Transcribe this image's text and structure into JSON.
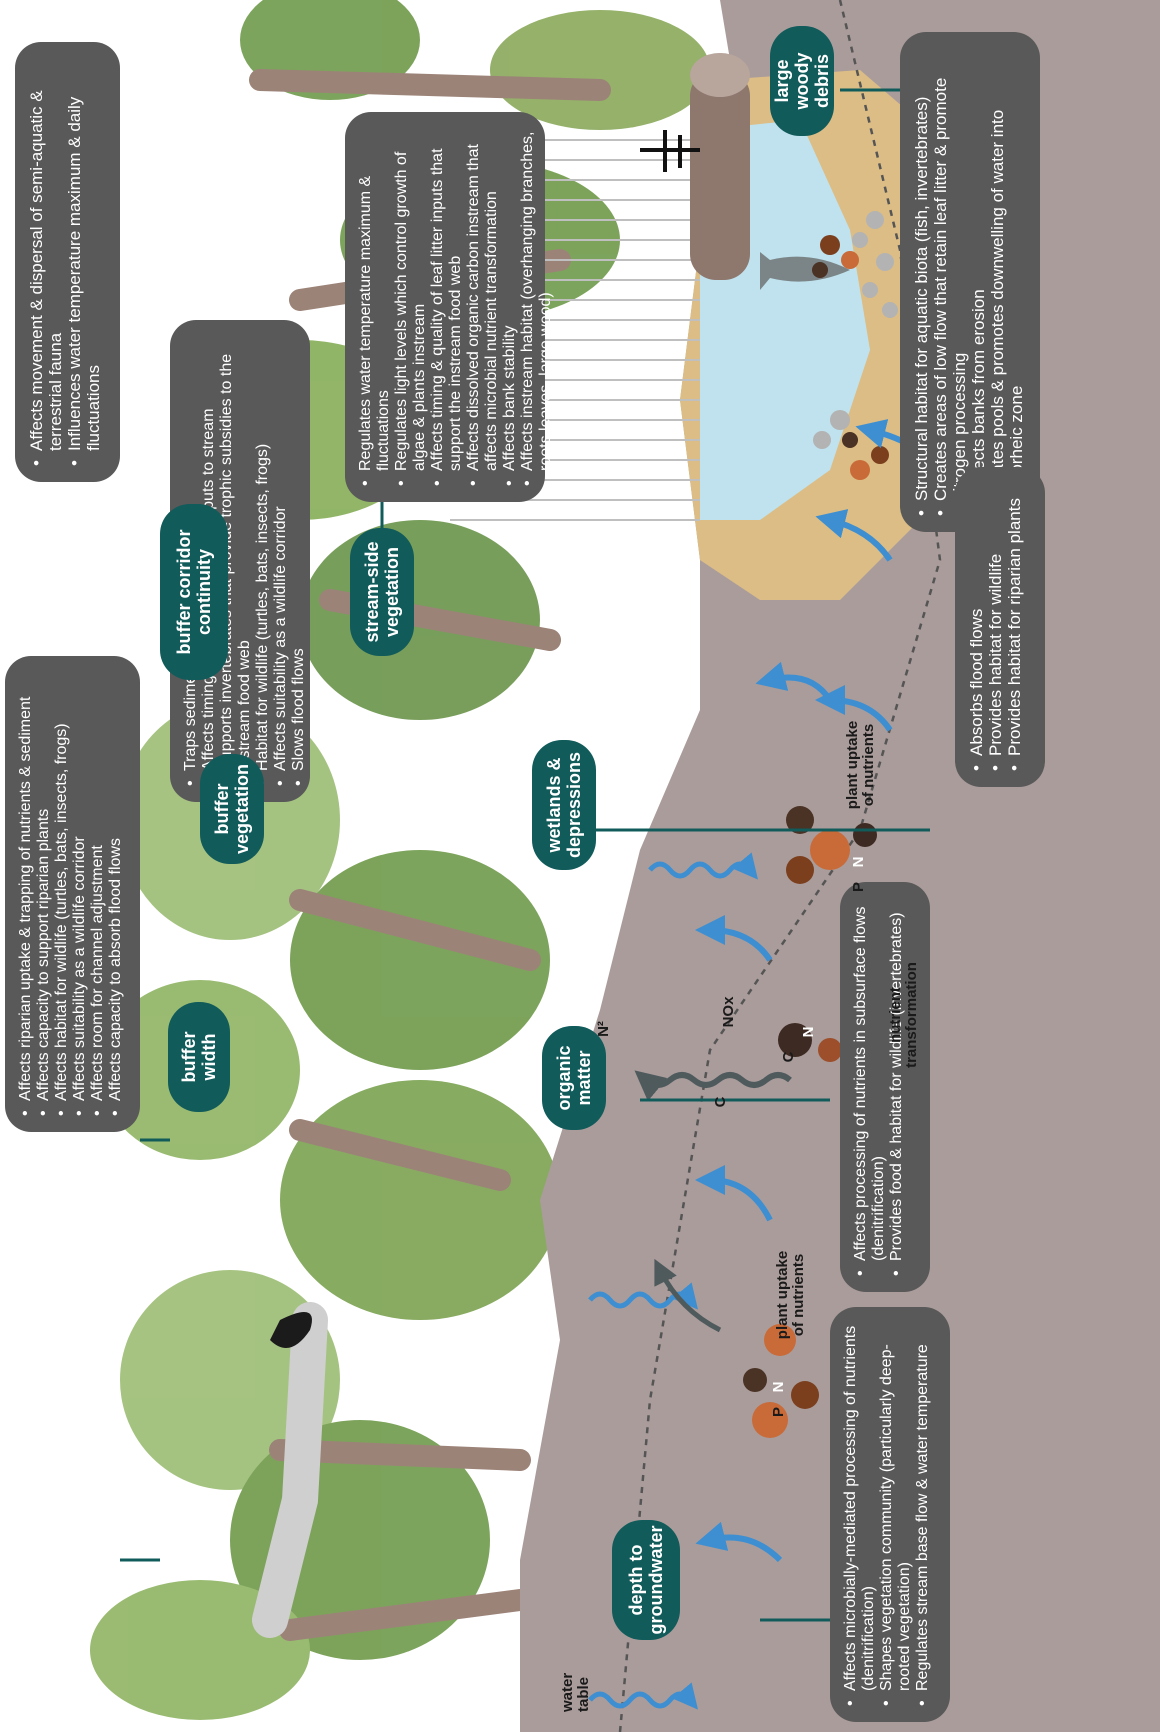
{
  "colors": {
    "box_bg": "#595959",
    "pill_bg": "#115b5b",
    "soil": "#aa9c9b",
    "sand": "#dcbd85",
    "water": "#bfe2ee",
    "arrow_blue": "#3d8fd1",
    "tree_green": "#6f9a4a",
    "trunk": "#9c8378"
  },
  "components": {
    "buffer_corridor_continuity": "buffer corridor\ncontinuity",
    "buffer_width": "buffer\nwidth",
    "buffer_vegetation": "buffer\nvegetation",
    "stream_side_vegetation": "stream-side\nvegetation",
    "large_woody_debris": "large woody\ndebris",
    "depth_to_groundwater": "depth to\ngroundwater",
    "organic_matter": "organic\nmatter",
    "wetlands_depressions": "wetlands &\ndepressions"
  },
  "boxes": {
    "corridor": [
      "Affects movement & dispersal of semi-aquatic & terrestrial fauna",
      "Influences water temperature maximum & daily fluctuations"
    ],
    "width": [
      "Affects riparian uptake & trapping of nutrients & sediment",
      "Affects capacity to support riparian plants",
      "Affects habitat for wildlife  (turtles, bats, insects, frogs)",
      "Affects suitability as a wildlife corridor",
      "Affects room for channel adjustment",
      "Affects capacity to absorb flood flows"
    ],
    "vegetation": [
      "Traps sediment and uptakes nutrients",
      "Affects timing & quality of leaf litter inputs to stream",
      "Supports invertebrates that provide trophic subsidies to the instream food web",
      "Habitat for wildlife (turtles, bats, insects, frogs)",
      "Affects suitability as a wildlife corridor",
      "Slows flood flows"
    ],
    "streamside": [
      "Regulates water temperature maximum & fluctuations",
      "Regulates light levels which control growth of algae & plants instream",
      "Affects timing & quality of leaf litter inputs that support the instream food web",
      "Affects dissolved organic carbon instream that affects microbial nutrient transformation",
      "Affects bank stability",
      "Affects instream habitat (overhanging branches, roots,leaves, large wood)"
    ],
    "debris": [
      "Structural habitat for aquatic biota (fish, invertebrates)",
      "Creates areas of low flow that retain leaf litter & promote nitrogen processing",
      "Protects banks from erosion",
      "Creates pools & promotes downwelling of water into hyporheic zone"
    ],
    "groundwater": [
      "Affects microbially-mediated processing of nutrients (denitrification)",
      "Shapes vegetation community (particularly deep-rooted vegetation)",
      "Regulates stream base flow & water temperature"
    ],
    "organic": [
      "Affects processing of nutrients in subsurface flows (denitrification)",
      "Provides food & habitat for wildlife (invertebrates)"
    ],
    "wetlands": [
      "Absorbs flood flows",
      "Provides habitat for wildlife",
      "Provides habitat for riparian plants"
    ]
  },
  "labels": {
    "water_table": "water\ntable",
    "plant_uptake": "plant uptake\nof nutrients",
    "nutrient_transformation": "nutrient\ntransformation"
  },
  "chem": {
    "P": "P",
    "N": "N",
    "C": "C",
    "NOx": "NOx",
    "N2": "N²"
  },
  "icons": [
    "dragonfly-icon",
    "fish-icon",
    "bird-icon",
    "log-icon"
  ]
}
